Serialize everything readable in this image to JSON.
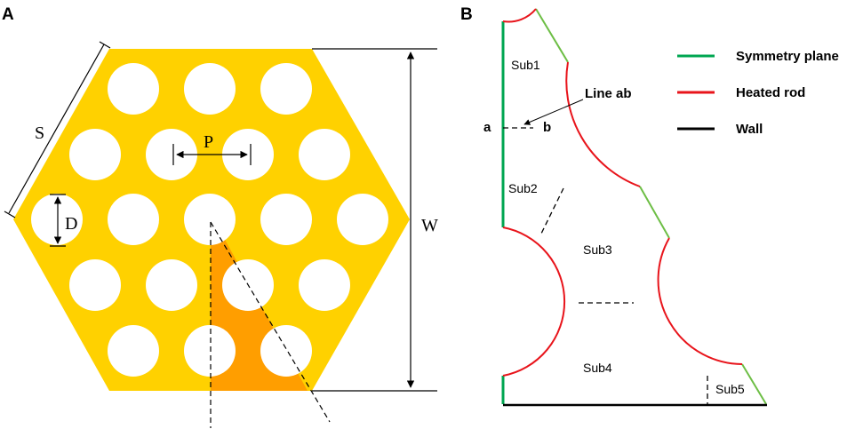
{
  "panel_a": {
    "letter": "A",
    "labels": {
      "s": "S",
      "p": "P",
      "d": "D",
      "w": "W"
    },
    "colors": {
      "assembly": "#FFD100",
      "highlight": "#FF9E00",
      "rod": "#FFFFFF",
      "line": "#000000"
    }
  },
  "panel_b": {
    "letter": "B",
    "subchannels": [
      "Sub1",
      "Sub2",
      "Sub3",
      "Sub4",
      "Sub5"
    ],
    "line_label": "Line ab",
    "point_a": "a",
    "point_b": "b",
    "legend": [
      {
        "label": "Symmetry plane",
        "color": "#00A651"
      },
      {
        "label": "Heated rod",
        "color": "#E8141B"
      },
      {
        "label": "Wall",
        "color": "#000000"
      }
    ],
    "colors": {
      "symmetry": "#00A651",
      "rod": "#E8141B",
      "wall": "#000000",
      "edge_green": "#6DBE45"
    }
  }
}
